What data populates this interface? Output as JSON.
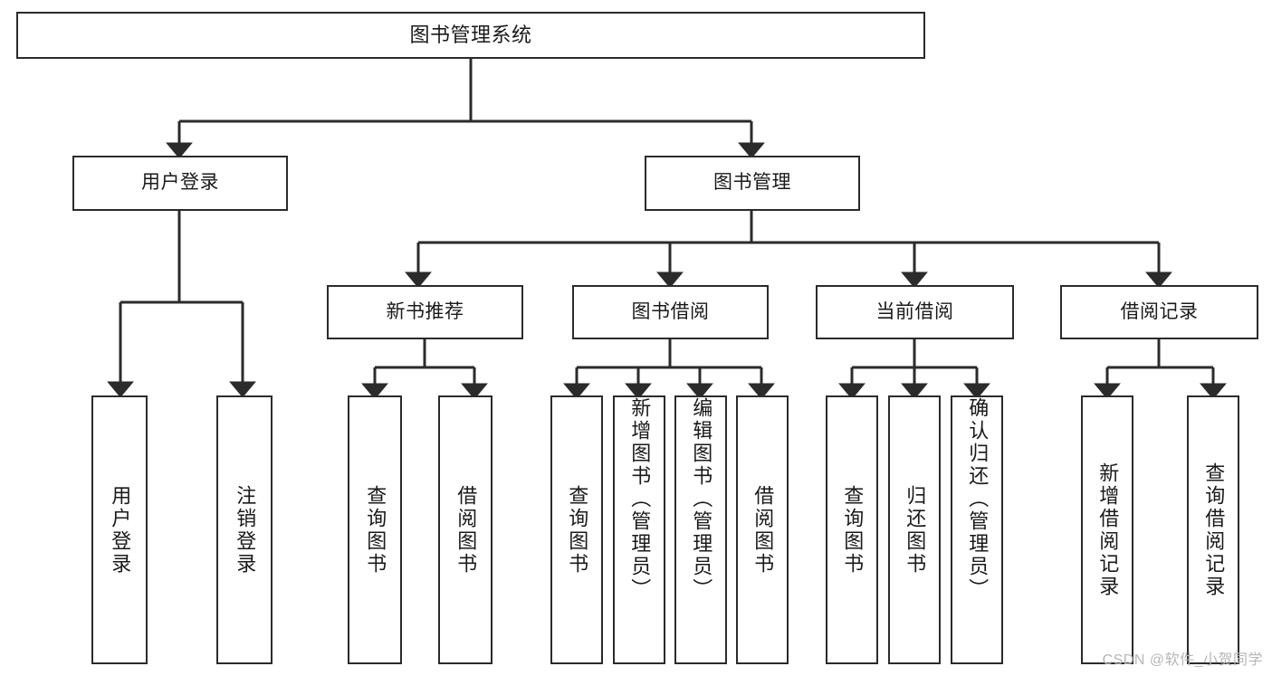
{
  "diagram": {
    "title": "图书管理系统",
    "type": "tree-hierarchy-diagram",
    "watermark": "CSDN @软件_小贺同学",
    "colors": {
      "stroke": "#2b2b2b",
      "fill": "#ffffff",
      "text": "#1a1a1a",
      "watermark": "#b6b6b6"
    },
    "nodes": {
      "root": {
        "label": "图书管理系统"
      },
      "level2": [
        {
          "id": "user-login",
          "label": "用户登录"
        },
        {
          "id": "book-manage",
          "label": "图书管理"
        }
      ],
      "level3": [
        {
          "id": "new-book-recommend",
          "label": "新书推荐"
        },
        {
          "id": "book-borrow",
          "label": "图书借阅"
        },
        {
          "id": "current-borrow",
          "label": "当前借阅"
        },
        {
          "id": "borrow-record",
          "label": "借阅记录"
        }
      ],
      "leaves": {
        "user-login": [
          {
            "id": "leaf-user-login",
            "label": "用户登录"
          },
          {
            "id": "leaf-user-logout",
            "label": "注销登录"
          }
        ],
        "new-book-recommend": [
          {
            "id": "leaf-query-book-1",
            "label": "查询图书"
          },
          {
            "id": "leaf-borrow-book-1",
            "label": "借阅图书"
          }
        ],
        "book-borrow": [
          {
            "id": "leaf-query-book-2",
            "label": "查询图书"
          },
          {
            "id": "leaf-add-book",
            "label": "新增图书（管理员）"
          },
          {
            "id": "leaf-edit-book",
            "label": "编辑图书（管理员）"
          },
          {
            "id": "leaf-borrow-book-2",
            "label": "借阅图书"
          }
        ],
        "current-borrow": [
          {
            "id": "leaf-query-book-3",
            "label": "查询图书"
          },
          {
            "id": "leaf-return-book",
            "label": "归还图书"
          },
          {
            "id": "leaf-confirm-return",
            "label": "确认归还（管理员）"
          }
        ],
        "borrow-record": [
          {
            "id": "leaf-add-record",
            "label": "新增借阅记录"
          },
          {
            "id": "leaf-query-record",
            "label": "查询借阅记录"
          }
        ]
      }
    }
  }
}
